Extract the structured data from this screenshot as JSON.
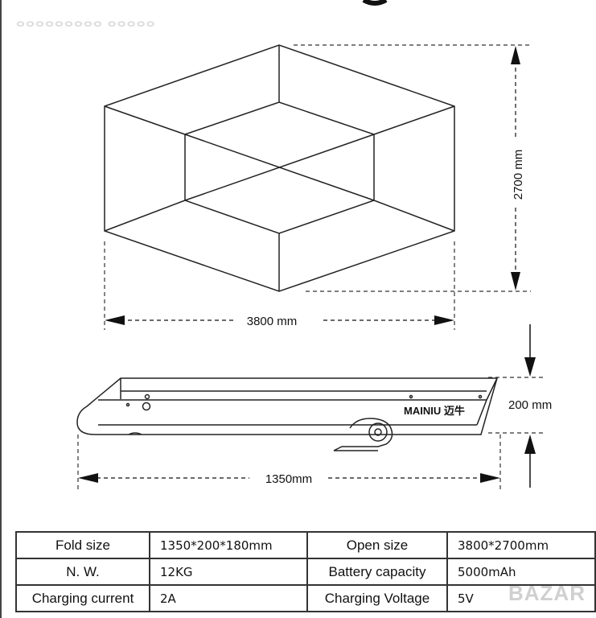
{
  "watermark": "ⴰⴰⴰⴰⴰⴰⴰⴰⴰ ⴰⴰⴰⴰⴰ",
  "logo_watermark": "BAZAR",
  "dims": {
    "open_width": "3800 mm",
    "open_length": "2700 mm",
    "folded_height": "200 mm",
    "folded_length": "1350mm"
  },
  "brand": "MAINIU 迈牛",
  "specs": [
    {
      "label1": "Fold size",
      "value1": "1350*200*180mm",
      "label2": "Open size",
      "value2": "3800*2700mm"
    },
    {
      "label1": "N. W.",
      "value1": "12KG",
      "label2": "Battery capacity",
      "value2": "5000mAh"
    },
    {
      "label1": "Charging current",
      "value1": "2A",
      "label2": "Charging Voltage",
      "value2": "5V"
    }
  ]
}
